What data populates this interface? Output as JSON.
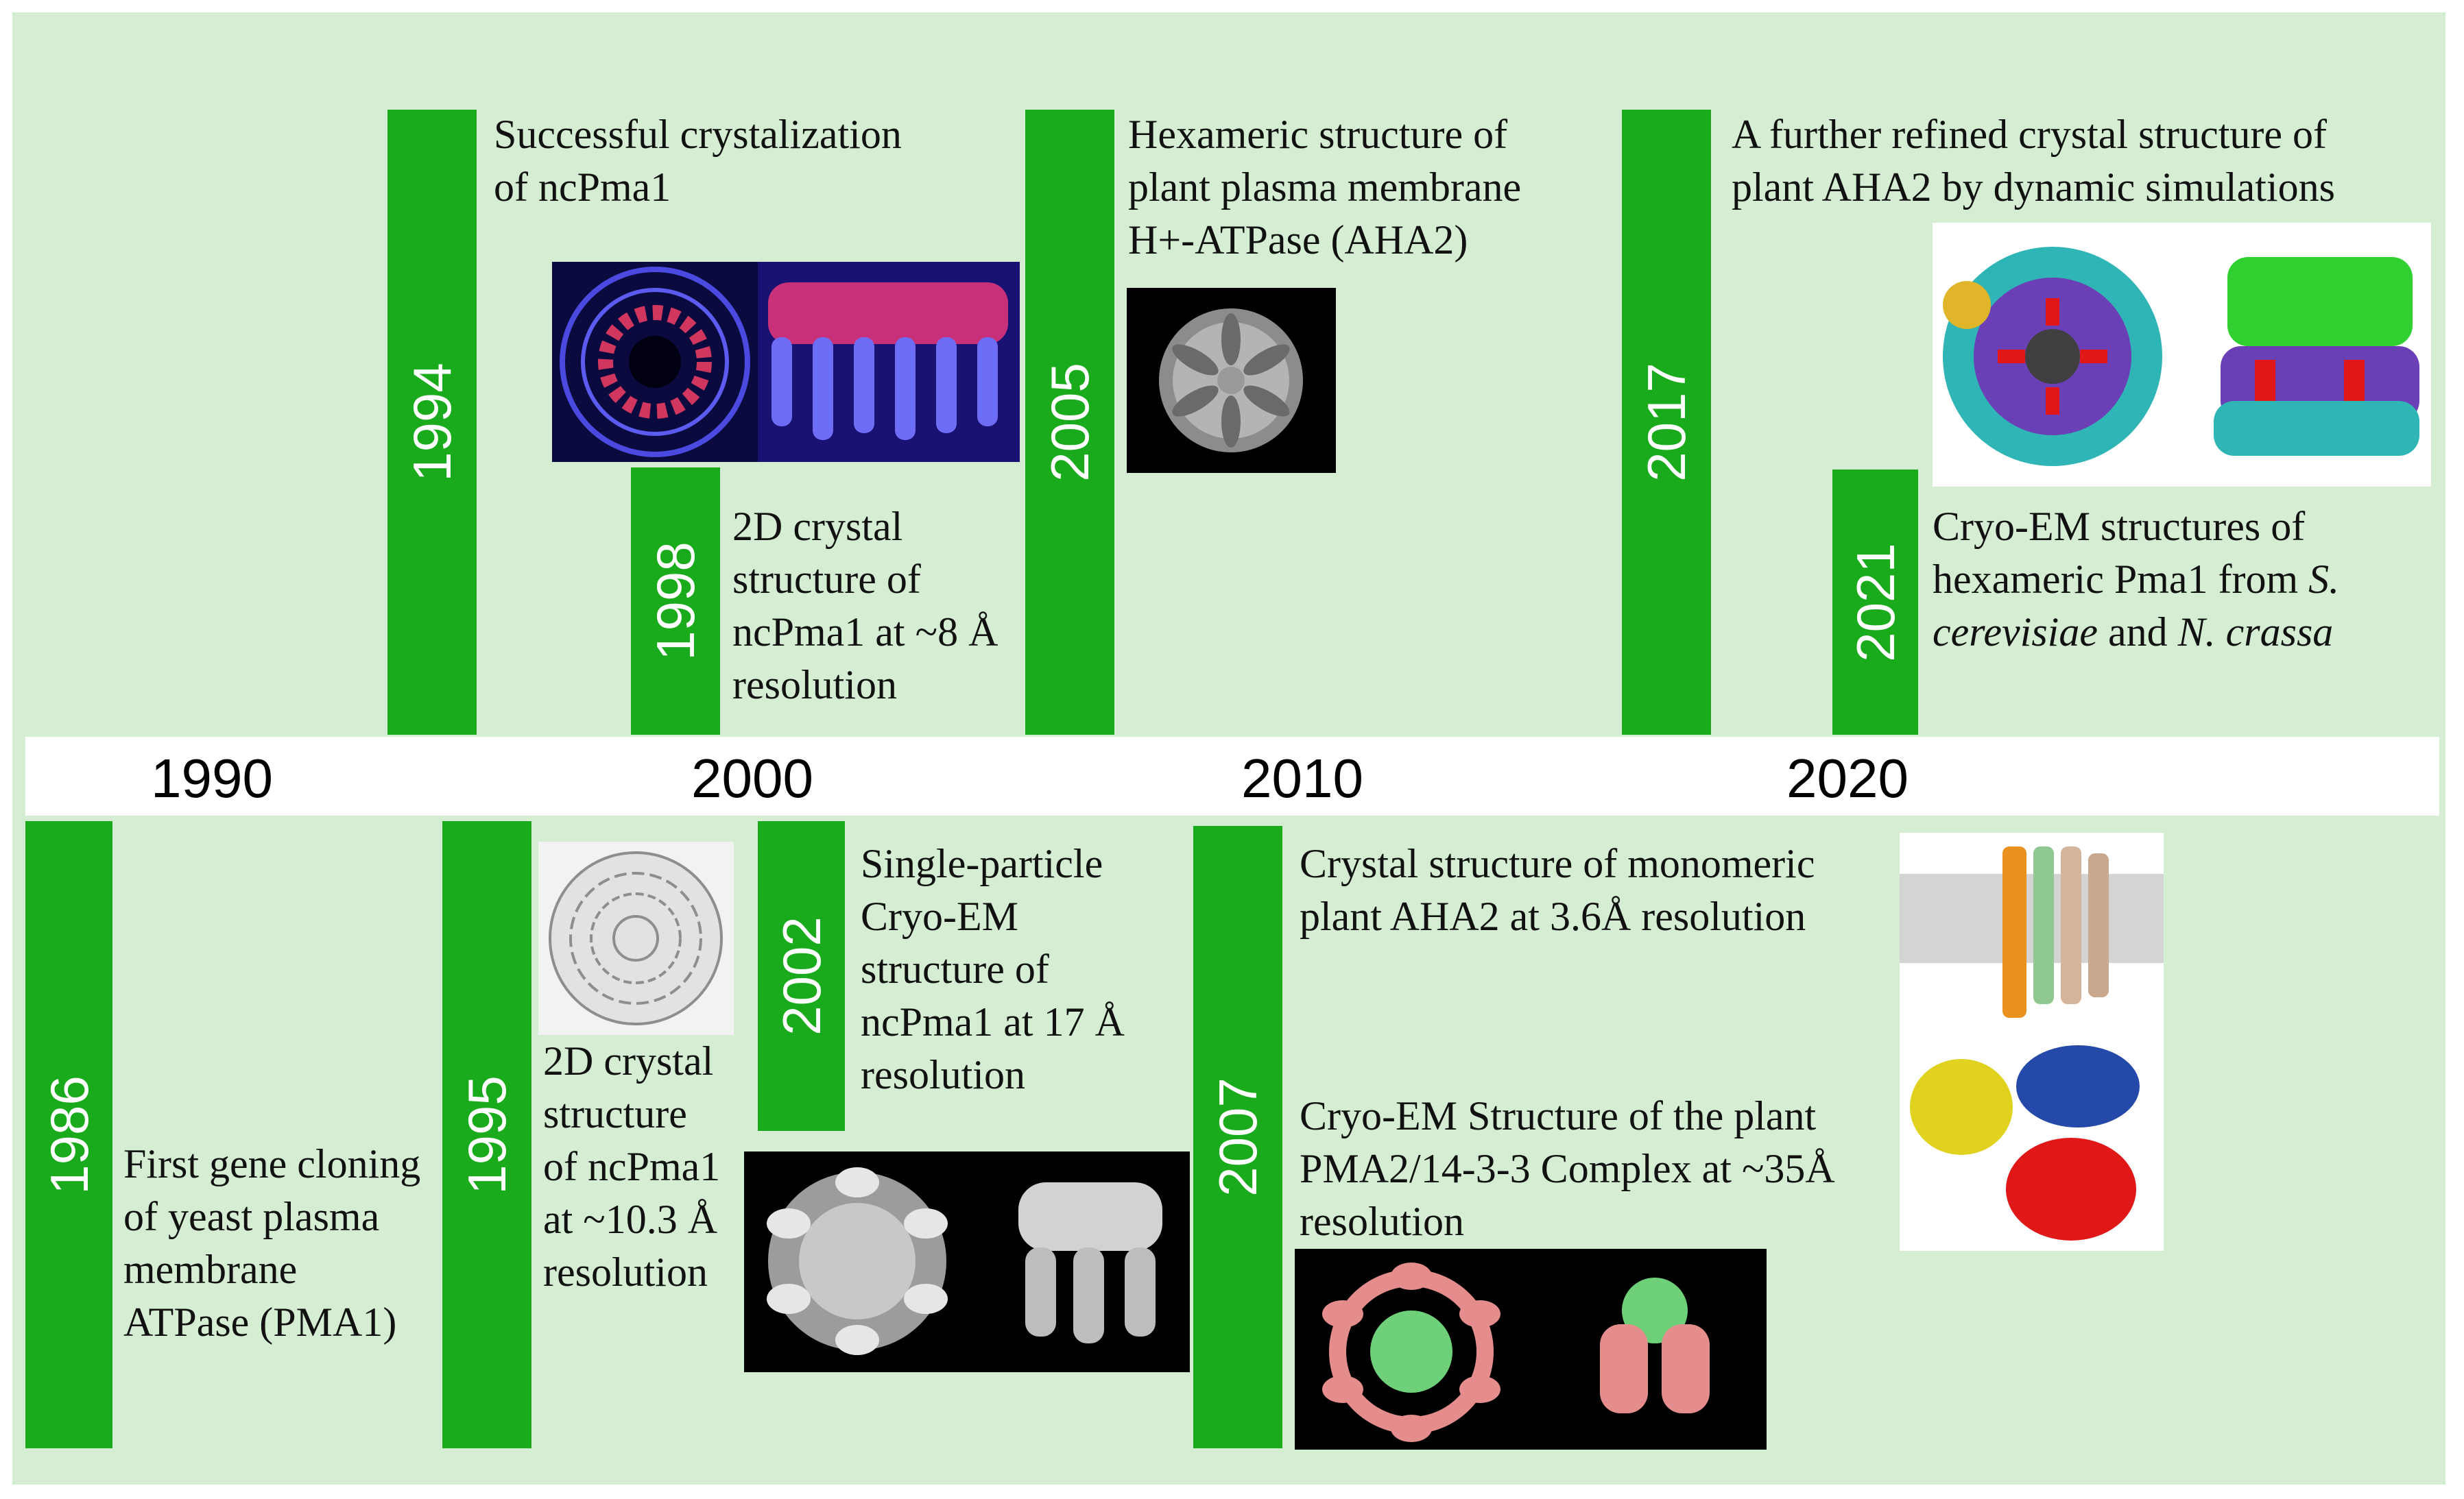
{
  "axis": {
    "decades": [
      "1990",
      "2000",
      "2010",
      "2020"
    ]
  },
  "events": [
    {
      "year": "1994",
      "lines": [
        "Successful crystalization",
        "of ncPma1"
      ]
    },
    {
      "year": "1998",
      "lines": [
        "2D crystal",
        "structure of",
        "ncPma1 at ~8 Å",
        "resolution"
      ]
    },
    {
      "year": "2005",
      "lines": [
        "Hexameric structure of",
        "plant plasma membrane",
        "H+-ATPase  (AHA2)"
      ]
    },
    {
      "year": "2017",
      "lines": [
        "A further refined crystal structure of",
        "plant AHA2 by dynamic simulations"
      ]
    },
    {
      "year": "2021",
      "lines": [
        "Cryo-EM structures of",
        "hexameric Pma1 from ",
        "cerevisiae",
        " and ",
        "N. crassa"
      ],
      "italic": [
        "S.",
        "cerevisiae",
        "N. crassa"
      ]
    },
    {
      "year": "1986",
      "lines": [
        "First gene cloning",
        "of yeast plasma",
        "membrane",
        "ATPase (PMA1)"
      ]
    },
    {
      "year": "1995",
      "lines": [
        "2D crystal",
        "structure",
        "of ncPma1",
        "at ~10.3 Å",
        "resolution"
      ]
    },
    {
      "year": "2002",
      "lines": [
        "Single-particle",
        "Cryo-EM",
        "structure of",
        "ncPma1 at 17 Å",
        "resolution"
      ]
    },
    {
      "year": "2007",
      "lines": [
        "Crystal structure of monomeric",
        "plant AHA2 at 3.6Å resolution",
        "Cryo-EM Structure of the plant",
        "PMA2/14-3-3 Complex at ~35Å",
        "resolution"
      ]
    }
  ],
  "colors": {
    "panel": "#d5edd3",
    "bar": "#1aab1c",
    "axis_band": "#ffffff"
  }
}
